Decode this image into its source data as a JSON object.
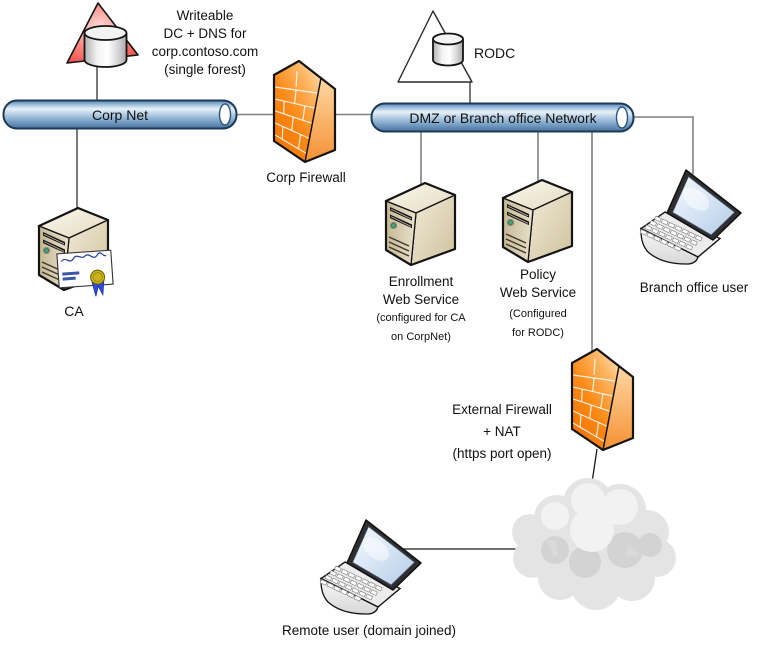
{
  "diagram": {
    "corp_zone": {
      "writeable_dc_label": "Writeable\nDC + DNS for\ncorp.contoso.com\n(single forest)",
      "corp_net_label": "Corp Net",
      "corp_firewall_label": "Corp Firewall",
      "ca_label": "CA"
    },
    "dmz_zone": {
      "rodc_label": "RODC",
      "network_label": "DMZ or Branch office Network",
      "enrollment_ws_label": "Enrollment\nWeb Service",
      "enrollment_ws_note": "(configured for CA\non CorpNet)",
      "policy_ws_label": "Policy\nWeb Service",
      "policy_ws_note": "(Configured\nfor RODC)",
      "branch_user_label": "Branch office user"
    },
    "external_zone": {
      "external_firewall_label": "External Firewall\n+ NAT\n(https port open)",
      "remote_user_label": "Remote user (domain joined)"
    },
    "icons": {
      "writeable_dc": "domain-controller-triangle-icon",
      "rodc": "rodc-triangle-icon",
      "corp_net": "network-pipe-icon",
      "dmz_network": "network-pipe-icon",
      "corp_firewall": "firewall-brick-wall-icon",
      "external_firewall": "firewall-brick-wall-icon",
      "enrollment_ws": "server-tower-icon",
      "policy_ws": "server-tower-icon",
      "ca": "server-certificate-icon",
      "branch_user": "laptop-icon",
      "remote_user": "laptop-icon",
      "internet": "cloud-icon"
    },
    "colors": {
      "pipe_blue_light": "#e8f1f9",
      "pipe_blue_dark": "#48719a",
      "firewall_orange": "#fb8a17",
      "firewall_highlight": "#ffe3bd",
      "triangle_red": "#ee3e35",
      "triangle_pink": "#fdd9d6",
      "server_tan": "#c5b894",
      "server_tan_light": "#f1ebd9",
      "screen_blue": "#b3cce6",
      "cloud_gray": "#e4e4e4",
      "connector_gray": "#808080",
      "connector_dark": "#404040",
      "seal_gold": "#c9b21c",
      "ribbon_blue": "#2f4bdd"
    }
  }
}
